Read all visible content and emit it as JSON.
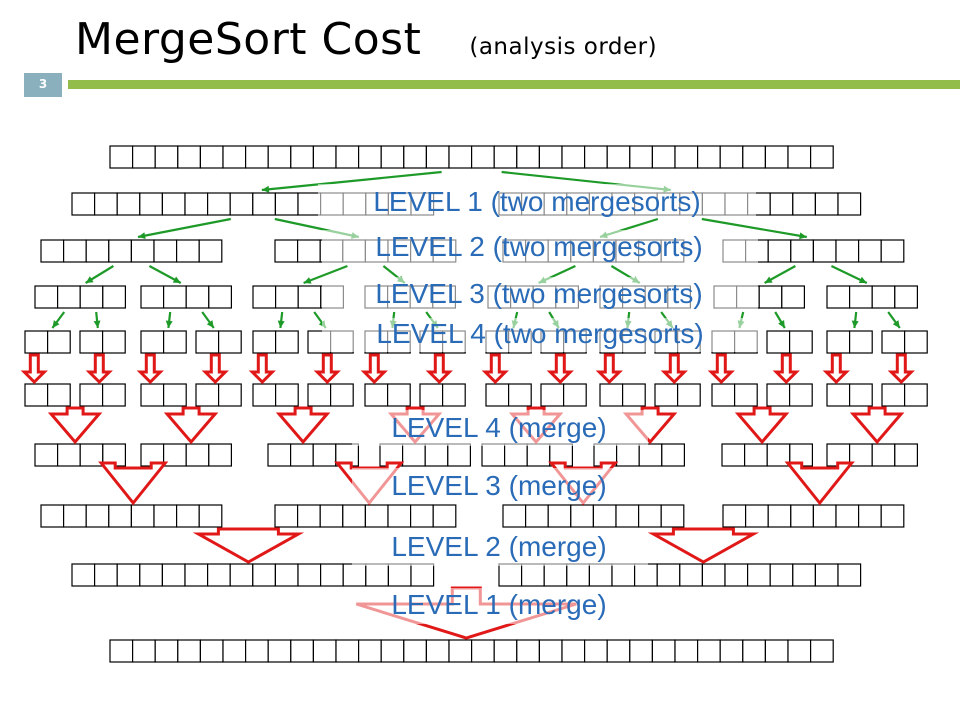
{
  "slide": {
    "title": "MergeSort Cost",
    "subtitle": "(analysis order)",
    "slide_number": "3"
  },
  "diagram": {
    "array_size": 32,
    "split_labels": [
      "LEVEL 1 (two mergesorts)",
      "LEVEL 2 (two mergesorts)",
      "LEVEL 3 (two mergesorts)",
      "LEVEL 4 (two mergesorts)"
    ],
    "merge_labels": [
      "LEVEL 4 (merge)",
      "LEVEL 3 (merge)",
      "LEVEL 2 (merge)",
      "LEVEL 1 (merge)"
    ],
    "colors": {
      "split_arrow": "#1e9a28",
      "merge_arrow": "#e01818",
      "label_text": "#2a6bb8",
      "title_rule": "#93bd4a",
      "slide_number_box": "#8ab0bd"
    }
  }
}
